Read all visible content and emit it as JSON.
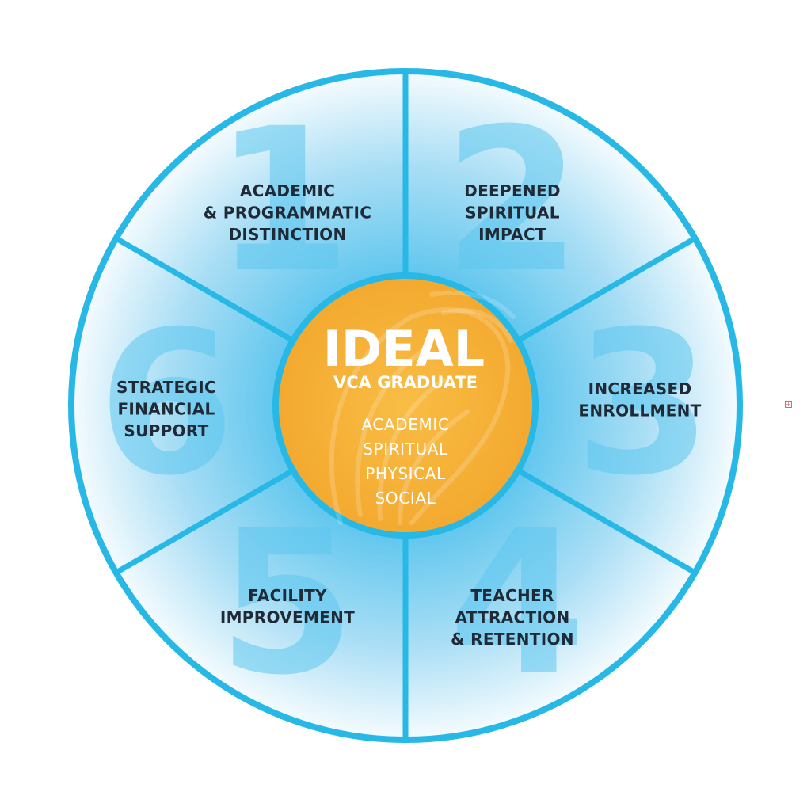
{
  "colors": {
    "ring": "#27b8e6",
    "segment_edge": "#ffffff",
    "segment_inner": "#6fcdf0",
    "center_fill": "#f6b13a"
  },
  "center": {
    "title": "IDEAL",
    "subtitle": "VCA GRADUATE",
    "items": [
      "ACADEMIC",
      "SPIRITUAL",
      "PHYSICAL",
      "SOCIAL"
    ]
  },
  "segments": [
    {
      "number": "1",
      "lines": [
        "ACADEMIC",
        "& PROGRAMMATIC",
        "DISTINCTION"
      ]
    },
    {
      "number": "2",
      "lines": [
        "DEEPENED",
        "SPIRITUAL",
        "IMPACT"
      ]
    },
    {
      "number": "3",
      "lines": [
        "INCREASED",
        "ENROLLMENT"
      ]
    },
    {
      "number": "4",
      "lines": [
        "TEACHER",
        "ATTRACTION",
        "& RETENTION"
      ]
    },
    {
      "number": "5",
      "lines": [
        "FACILITY",
        "IMPROVEMENT"
      ]
    },
    {
      "number": "6",
      "lines": [
        "STRATEGIC",
        "FINANCIAL",
        "SUPPORT"
      ]
    }
  ],
  "corner_icon": "plus-box-icon"
}
